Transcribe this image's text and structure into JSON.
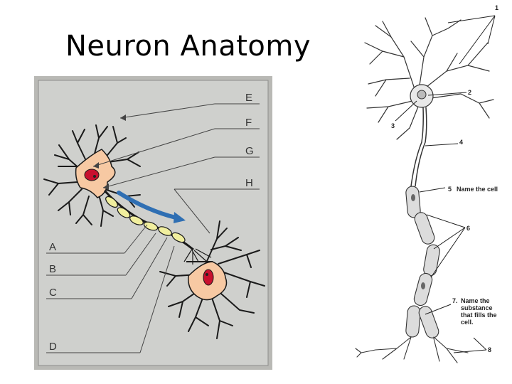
{
  "slide": {
    "title": "Neuron Anatomy"
  },
  "left_diagram": {
    "background_color": "#cfd0cd",
    "cell_fill": "#f7c9a3",
    "nucleus_fill": "#c8102e",
    "myelin_fill": "#f1ef9e",
    "arrow_color": "#2f6fb3",
    "labels": [
      "E",
      "F",
      "G",
      "H",
      "A",
      "B",
      "C",
      "D"
    ]
  },
  "right_diagram": {
    "labels": {
      "n1": "1",
      "n2": "2",
      "n3": "3",
      "n4": "4",
      "n5": "5",
      "n5_text": "Name the cell",
      "n6": "6",
      "n7": "7.",
      "n7_text": [
        "Name the",
        "substance",
        "that fills the",
        "cell."
      ],
      "n8": "8"
    }
  }
}
